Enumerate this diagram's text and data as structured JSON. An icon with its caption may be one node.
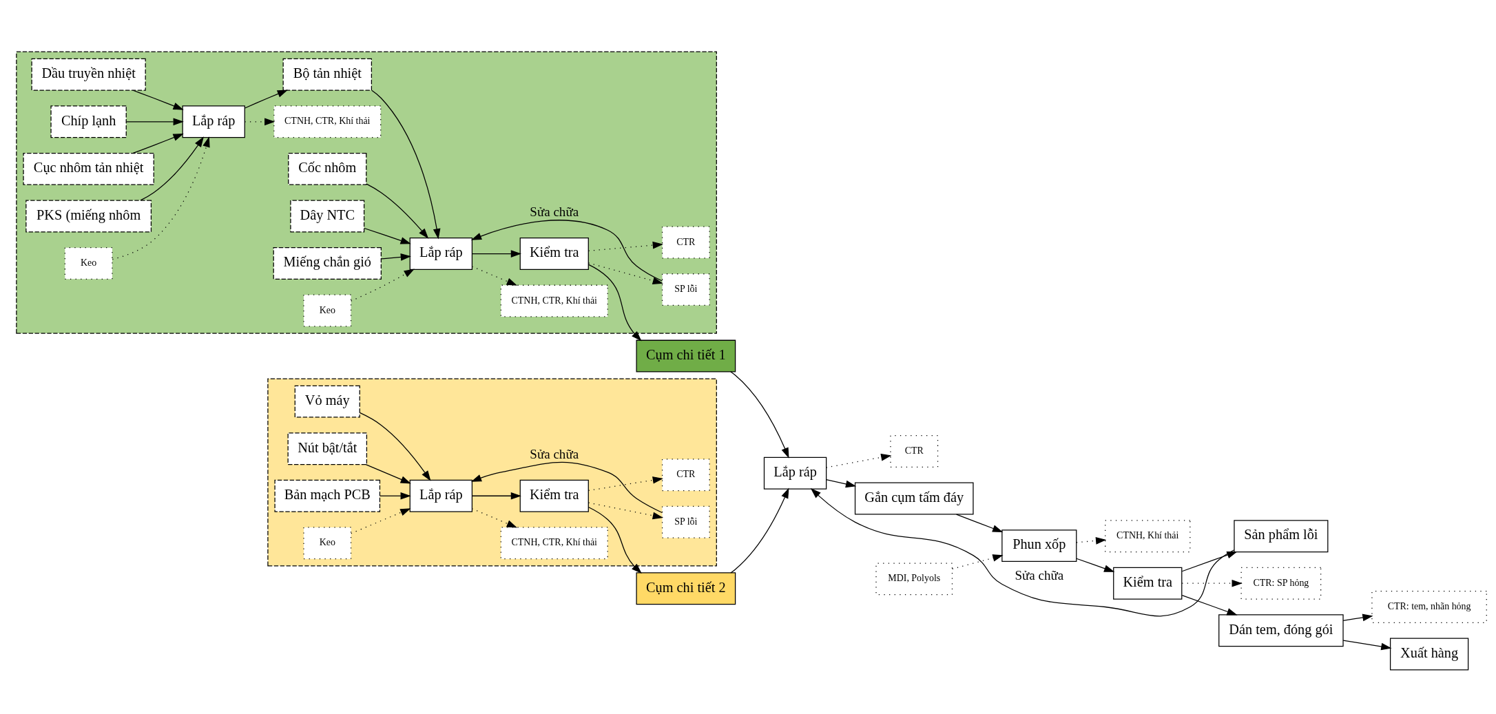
{
  "diagram": {
    "nodes": [
      {
        "text": [],
        "shape": "box"
      },
      {
        "text": [
          "Dầu truyền nhiệt"
        ],
        "in": 0
      },
      {
        "text": [
          "Chíp lạnh"
        ],
        "in": 0
      },
      {
        "text": [
          "Cục nhôm tản nhiệt"
        ],
        "in": 0
      },
      {
        "text": [
          "PKS (miếng nhôm"
        ],
        "in": 0
      },
      {
        "text": [
          "Keo"
        ],
        "in": 0
      },
      {
        "text": [
          "Lắp ráp"
        ],
        "in": 0
      },
      {
        "text": [
          "CTNH, CTR, Khí thải"
        ],
        "in": 0
      },
      {
        "text": [
          "Bộ tản nhiệt"
        ],
        "in": 0
      },
      {
        "text": [
          "Cốc nhôm"
        ],
        "in": 0
      },
      {
        "text": [
          "Dây NTC"
        ],
        "in": 0
      },
      {
        "text": [
          "Miếng chắn gió"
        ],
        "in": 0
      },
      {
        "text": [
          "Keo"
        ],
        "in": 0
      },
      {
        "text": [
          "Lắp ráp"
        ],
        "in": 0
      },
      {
        "text": [
          "CTNH, CTR, Khí thải"
        ],
        "in": 0
      },
      {
        "text": [
          "SP lỗi"
        ],
        "in": 0
      },
      {
        "text": [
          "Kiểm tra"
        ],
        "in": 0
      },
      {
        "text": [
          "CTR"
        ],
        "in": 0
      },
      {
        "text": [
          "Cụm chi tiết 1"
        ]
      },
      {
        "text": [],
        "shape": "box"
      },
      {
        "text": [
          "Vỏ máy"
        ],
        "in": 19
      },
      {
        "text": [
          "Nút bật/tắt"
        ],
        "in": 19
      },
      {
        "text": [
          "Bản mạch PCB"
        ],
        "in": 19
      },
      {
        "text": [
          "Keo"
        ],
        "in": 19
      },
      {
        "text": [
          "Lắp ráp"
        ],
        "in": 19
      },
      {
        "text": [
          "CTNH, CTR, Khí thải"
        ],
        "in": 19
      },
      {
        "text": [
          "SP lỗi"
        ],
        "in": 19
      },
      {
        "text": [
          "Kiểm tra"
        ],
        "in": 19
      },
      {
        "text": [
          "CTR"
        ],
        "in": 19
      },
      {
        "text": [
          "Cụm chi tiết 2"
        ]
      },
      {
        "text": [
          "Lắp ráp"
        ]
      },
      {
        "text": [
          "CTR"
        ]
      },
      {
        "text": [
          "Gắn cụm tấm đáy"
        ]
      },
      {
        "text": [
          "MDI, Polyols"
        ]
      },
      {
        "text": [
          "Phun xốp"
        ]
      },
      {
        "text": [
          "CTNH, Khí thải"
        ]
      },
      {
        "text": [
          "Kiểm tra"
        ]
      },
      {
        "text": [
          "Sản phẩm lỗi"
        ]
      },
      {
        "text": [
          "CTR: SP hỏng"
        ]
      },
      {
        "text": [
          "Dán tem, đóng gói"
        ]
      },
      {
        "text": [
          "CTR: tem, nhãn hỏng"
        ]
      },
      {
        "text": [
          "Xuất hàng"
        ]
      }
    ],
    "edges": [
      {
        "from": 1,
        "to": 6,
        "arrow": "to"
      },
      {
        "from": 2,
        "to": 6,
        "arrow": "to"
      },
      {
        "from": 3,
        "to": 6,
        "arrow": "to"
      },
      {
        "from": 4,
        "to": 6,
        "arrow": "to"
      },
      {
        "from": 5,
        "to": 6,
        "arrow": "to",
        "style": "dashed"
      },
      {
        "from": 6,
        "to": 7,
        "arrow": "to",
        "style": "dashed"
      },
      {
        "from": 6,
        "to": 8,
        "arrow": "to"
      },
      {
        "from": 8,
        "to": 13,
        "arrow": "to"
      },
      {
        "from": 9,
        "to": 13,
        "arrow": "to"
      },
      {
        "from": 10,
        "to": 13,
        "arrow": "to"
      },
      {
        "from": 11,
        "to": 13,
        "arrow": "to"
      },
      {
        "from": 12,
        "to": 13,
        "arrow": "to",
        "style": "dashed"
      },
      {
        "from": 13,
        "to": 14,
        "arrow": "to",
        "style": "dashed"
      },
      {
        "from": 13,
        "to": 16,
        "arrow": "to"
      },
      {
        "from": 16,
        "to": 15,
        "arrow": "to",
        "style": "dashed"
      },
      {
        "from": 16,
        "to": 17,
        "arrow": "to",
        "style": "dashed"
      },
      {
        "from": 15,
        "to": 13,
        "arrow": "to",
        "label": "Sửa chữa"
      },
      {
        "from": 16,
        "to": 18,
        "arrow": "to"
      },
      {
        "from": 18,
        "to": 30,
        "arrow": "to"
      },
      {
        "from": 20,
        "to": 24,
        "arrow": "to"
      },
      {
        "from": 21,
        "to": 24,
        "arrow": "to"
      },
      {
        "from": 22,
        "to": 24,
        "arrow": "to"
      },
      {
        "from": 23,
        "to": 24,
        "arrow": "to",
        "style": "dashed"
      },
      {
        "from": 24,
        "to": 25,
        "arrow": "to",
        "style": "dashed"
      },
      {
        "from": 24,
        "to": 27,
        "arrow": "to"
      },
      {
        "from": 27,
        "to": 26,
        "arrow": "to",
        "style": "dashed"
      },
      {
        "from": 27,
        "to": 28,
        "arrow": "to",
        "style": "dashed"
      },
      {
        "from": 26,
        "to": 24,
        "arrow": "to",
        "label": "Sửa chữa"
      },
      {
        "from": 27,
        "to": 29,
        "arrow": "to"
      },
      {
        "from": 29,
        "to": 30,
        "arrow": "to"
      },
      {
        "from": 30,
        "to": 31,
        "arrow": "to",
        "style": "dashed"
      },
      {
        "from": 30,
        "to": 32,
        "arrow": "to"
      },
      {
        "from": 32,
        "to": 34,
        "arrow": "to"
      },
      {
        "from": 33,
        "to": 34,
        "arrow": "to",
        "style": "dashed"
      },
      {
        "from": 34,
        "to": 35,
        "arrow": "to",
        "style": "dashed"
      },
      {
        "from": 34,
        "to": 36,
        "arrow": "to"
      },
      {
        "from": 36,
        "to": 37,
        "arrow": "to"
      },
      {
        "from": 36,
        "to": 38,
        "arrow": "to",
        "style": "dashed"
      },
      {
        "from": 37,
        "to": 30,
        "arrow": "to",
        "label": "Sửa chữa"
      },
      {
        "from": 36,
        "to": 39,
        "arrow": "to"
      },
      {
        "from": 39,
        "to": 40,
        "arrow": "to"
      },
      {
        "from": 39,
        "to": 41,
        "arrow": "to"
      }
    ]
  }
}
